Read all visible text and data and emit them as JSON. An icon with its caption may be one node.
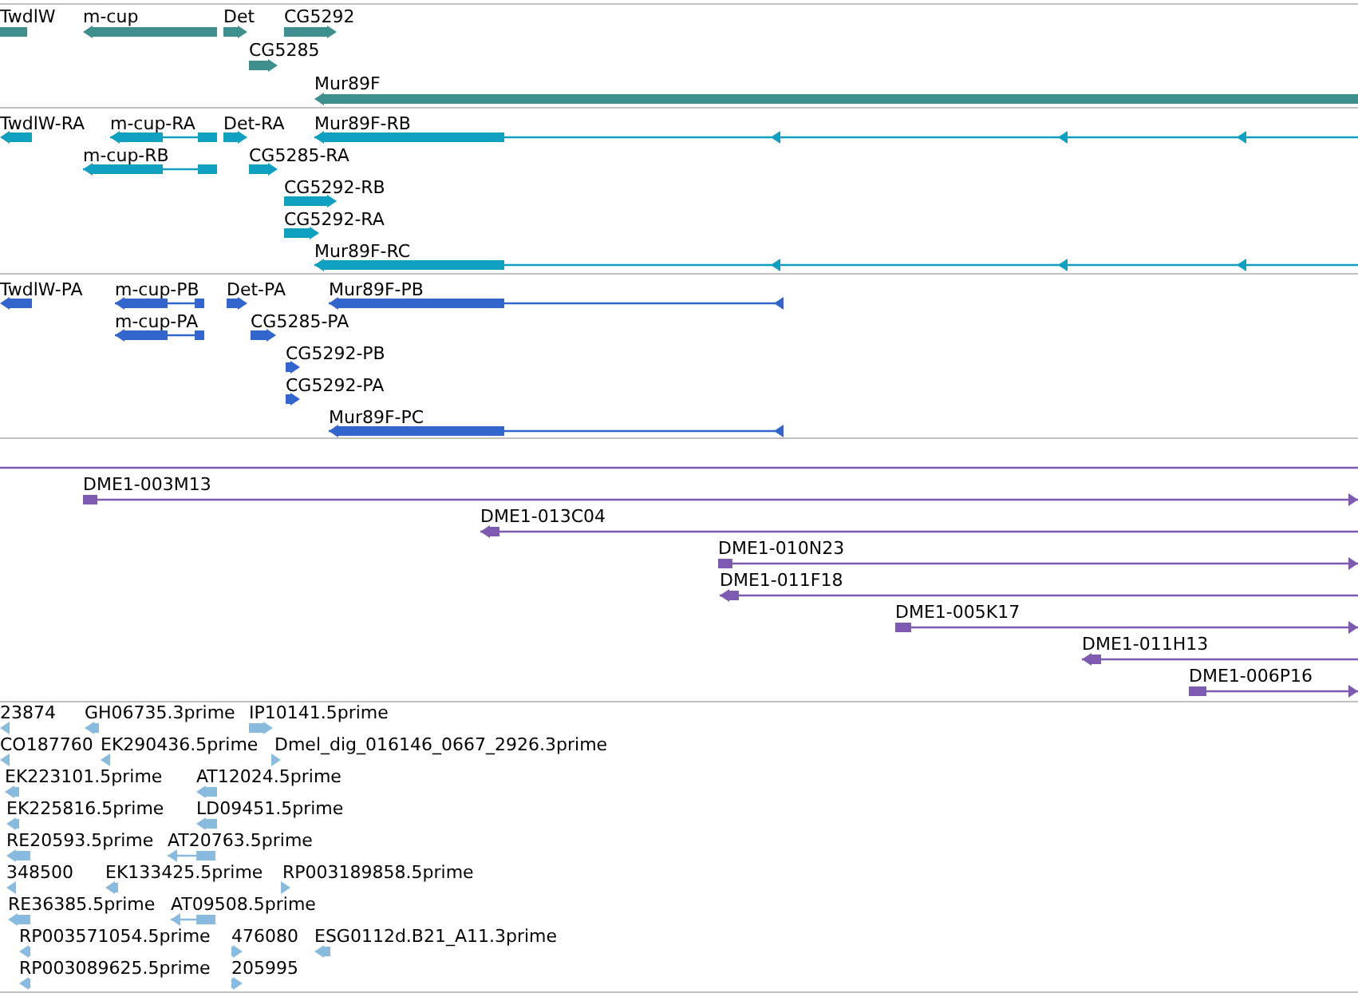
{
  "diagram": {
    "nodes": [
      {
        "text": [
          "TwdlW"
        ]
      },
      {
        "text": [
          "m-cup"
        ]
      },
      {
        "text": [
          "Det"
        ]
      },
      {
        "text": [
          "CG5292"
        ]
      },
      {
        "text": [
          "CG5285"
        ]
      },
      {
        "text": [
          "Mur89F"
        ]
      },
      {
        "text": [
          "TwdlW-RA"
        ]
      },
      {
        "text": [
          "m-cup-RA"
        ]
      },
      {
        "text": [
          "Det-RA"
        ]
      },
      {
        "text": [
          "Mur89F-RB"
        ]
      },
      {
        "text": [
          "m-cup-RB"
        ]
      },
      {
        "text": [
          "CG5285-RA"
        ]
      },
      {
        "text": [
          "CG5292-RB"
        ]
      },
      {
        "text": [
          "CG5292-RA"
        ]
      },
      {
        "text": [
          "Mur89F-RC"
        ]
      },
      {
        "text": [
          "TwdlW-PA"
        ]
      },
      {
        "text": [
          "m-cup-PB"
        ]
      },
      {
        "text": [
          "Det-PA"
        ]
      },
      {
        "text": [
          "Mur89F-PB"
        ]
      },
      {
        "text": [
          "m-cup-PA"
        ]
      },
      {
        "text": [
          "CG5285-PA"
        ]
      },
      {
        "text": [
          "CG5292-PB"
        ]
      },
      {
        "text": [
          "CG5292-PA"
        ]
      },
      {
        "text": [
          "Mur89F-PC"
        ]
      },
      {
        "text": [
          "DME1-003M13"
        ]
      },
      {
        "text": [
          "DME1-013C04"
        ]
      },
      {
        "text": [
          "DME1-010N23"
        ]
      },
      {
        "text": [
          "DME1-011F18"
        ]
      },
      {
        "text": [
          "DME1-005K17"
        ]
      },
      {
        "text": [
          "DME1-011H13"
        ]
      },
      {
        "text": [
          "DME1-006P16"
        ]
      },
      {
        "text": [
          "23874"
        ]
      },
      {
        "text": [
          "GH06735.3prime"
        ]
      },
      {
        "text": [
          "IP10141.5prime"
        ]
      },
      {
        "text": [
          "CO187760"
        ]
      },
      {
        "text": [
          "EK290436.5prime"
        ]
      },
      {
        "text": [
          "Dmel_dig_016146_0667_2926.3prime"
        ]
      },
      {
        "text": [
          "EK223101.5prime"
        ]
      },
      {
        "text": [
          "AT12024.5prime"
        ]
      },
      {
        "text": [
          "EK225816.5prime"
        ]
      },
      {
        "text": [
          "LD09451.5prime"
        ]
      },
      {
        "text": [
          "RE20593.5prime"
        ]
      },
      {
        "text": [
          "AT20763.5prime"
        ]
      },
      {
        "text": [
          "348500"
        ]
      },
      {
        "text": [
          "EK133425.5prime"
        ]
      },
      {
        "text": [
          "RP003189858.5prime"
        ]
      },
      {
        "text": [
          "RE36385.5prime"
        ]
      },
      {
        "text": [
          "AT09508.5prime"
        ]
      },
      {
        "text": [
          "RP003571054.5prime"
        ]
      },
      {
        "text": [
          "476080"
        ]
      },
      {
        "text": [
          "ESG0112d.B21_A11.3prime"
        ]
      },
      {
        "text": [
          "RP003089625.5prime"
        ]
      },
      {
        "text": [
          "205995"
        ]
      }
    ]
  }
}
